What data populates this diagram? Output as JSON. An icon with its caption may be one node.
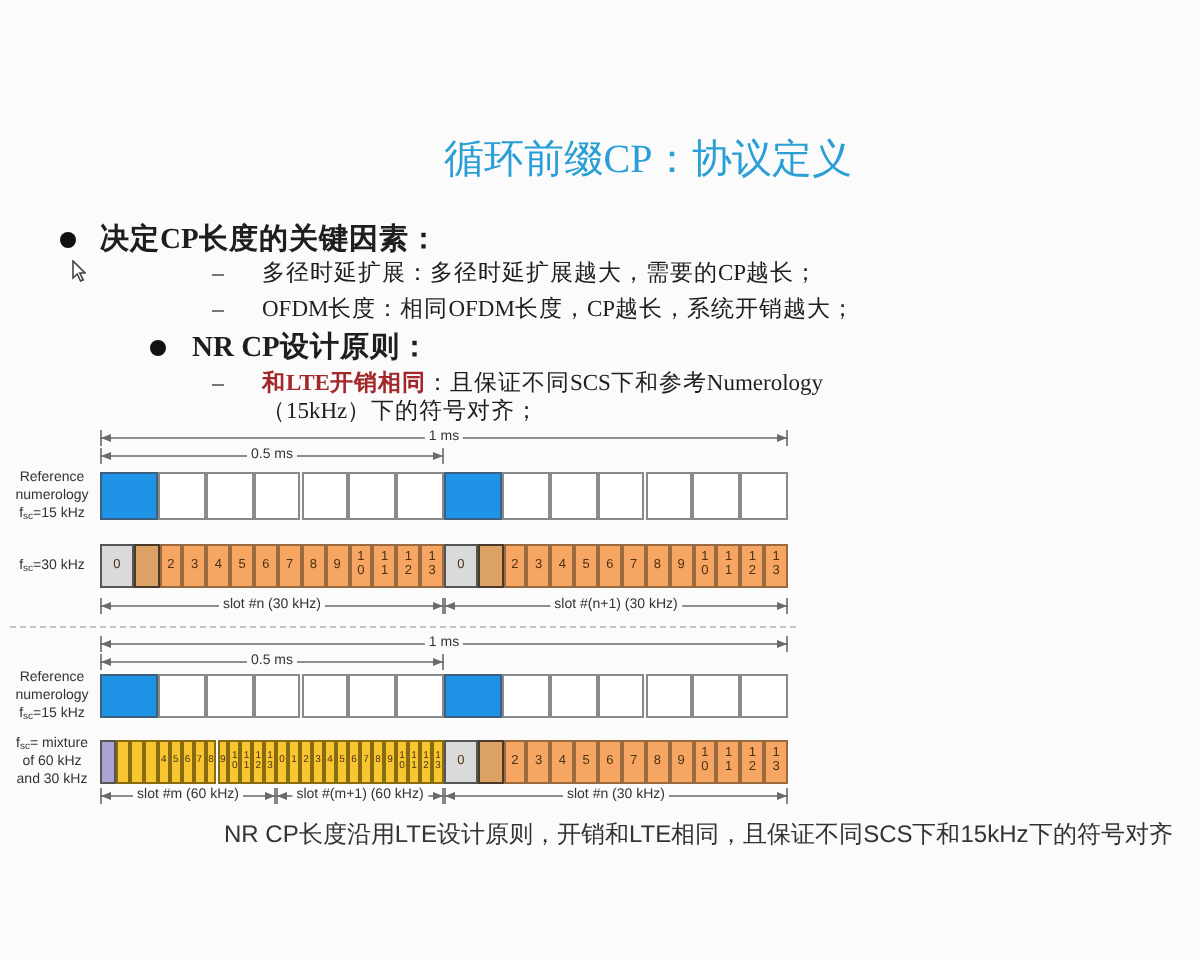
{
  "diagram": {
    "title": "循环前缀CP：协议定义",
    "caption": "NR CP长度沿用LTE设计原则，开销和LTE相同，且保证不同SCS下和15kHz下的符号对齐",
    "labels": [
      "决定CP长度的关键因素：",
      "多径时延扩展：多径时延扩展越大，需要的CP越长；",
      "OFDM长度：相同OFDM长度，CP越长，系统开销越大；",
      "NR CP设计原则：",
      "**和LTE开销相同**：且保证不同SCS下和参考Numerology（15kHz）下的符号对齐；",
      "1 ms",
      "0.5 ms",
      "Reference numerology f$_{sc}$=15 kHz",
      "f$_{sc}$=30 kHz",
      "0",
      "2",
      "3",
      "4",
      "5",
      "6",
      "7",
      "8",
      "9",
      "10",
      "11",
      "12",
      "13",
      "0",
      "2",
      "3",
      "4",
      "5",
      "6",
      "7",
      "8",
      "9",
      "10",
      "11",
      "12",
      "13",
      "slot #n (30 kHz)",
      "slot #(n+1) (30 kHz)",
      "1 ms",
      "0.5 ms",
      "Reference numerology f$_{sc}$=15 kHz",
      "f$_{sc}$= mixture of 60 kHz and 30 kHz",
      "4",
      "5",
      "6",
      "7",
      "8",
      "9",
      "10",
      "11",
      "12",
      "13",
      "0",
      "1",
      "2",
      "3",
      "4",
      "5",
      "6",
      "7",
      "8",
      "9",
      "10",
      "11",
      "12",
      "13",
      "0",
      "2",
      "3",
      "4",
      "5",
      "6",
      "7",
      "8",
      "9",
      "10",
      "11",
      "12",
      "13",
      "slot #m (60 kHz)",
      "slot #(m+1) (60 kHz)",
      "slot #n (30 kHz)"
    ]
  }
}
